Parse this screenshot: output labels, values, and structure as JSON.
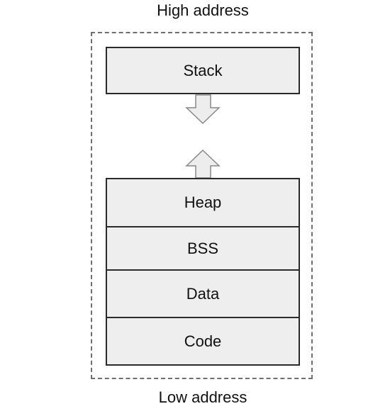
{
  "labels": {
    "high": "High address",
    "low": "Low address"
  },
  "segments": {
    "stack": "Stack",
    "heap": "Heap",
    "bss": "BSS",
    "data": "Data",
    "code": "Code"
  },
  "colors": {
    "segment_fill": "#eeeeee",
    "segment_border": "#2a2a2a",
    "frame_border": "#6f6f6f",
    "arrow_stroke": "#888888"
  }
}
